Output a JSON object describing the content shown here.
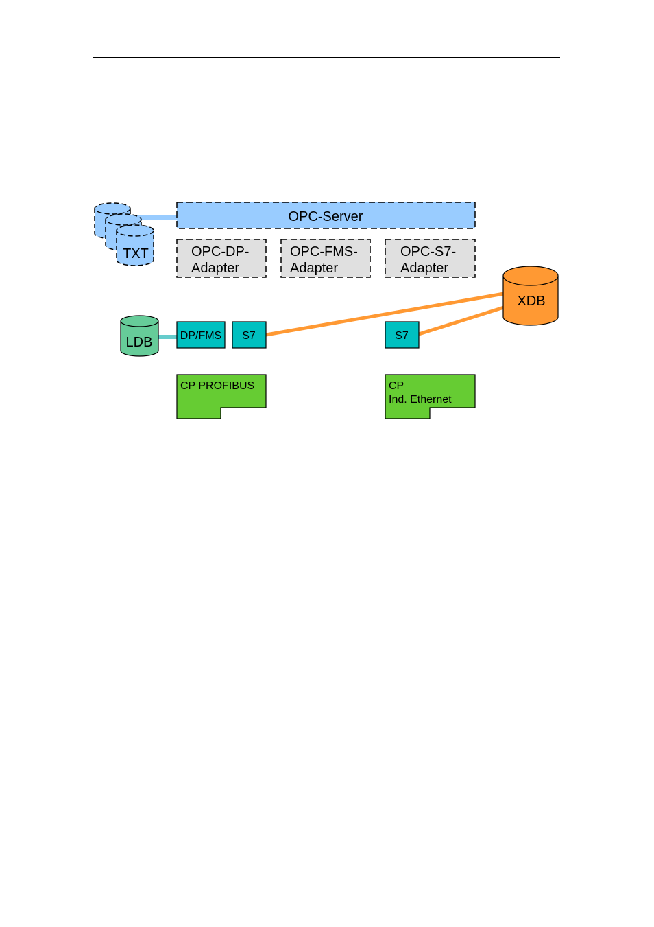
{
  "diagram": {
    "opc_server": "OPC-Server",
    "adapters": [
      {
        "line1": "OPC-DP-",
        "line2": "Adapter"
      },
      {
        "line1": "OPC-FMS-",
        "line2": "Adapter"
      },
      {
        "line1": "OPC-S7-",
        "line2": "Adapter"
      }
    ],
    "txt_db": "TXT",
    "ldb_db": "LDB",
    "xdb_db": "XDB",
    "modules": {
      "dpfms": "DP/FMS",
      "s7_left": "S7",
      "s7_right": "S7"
    },
    "cp_profibus": "CP PROFIBUS",
    "cp_ethernet": {
      "line1": "CP",
      "line2": "Ind. Ethernet"
    },
    "colors": {
      "server_blue": "#99ccff",
      "adapter_gray": "#e0e0e0",
      "module_teal": "#00c0c0",
      "cp_green": "#66cc33",
      "xdb_orange": "#ff9933",
      "ldb_green": "#66cc99",
      "txt_blue": "#99ccff",
      "link_orange": "#ff9933",
      "link_blue": "#99ccff",
      "link_teal": "#66cccc"
    }
  }
}
